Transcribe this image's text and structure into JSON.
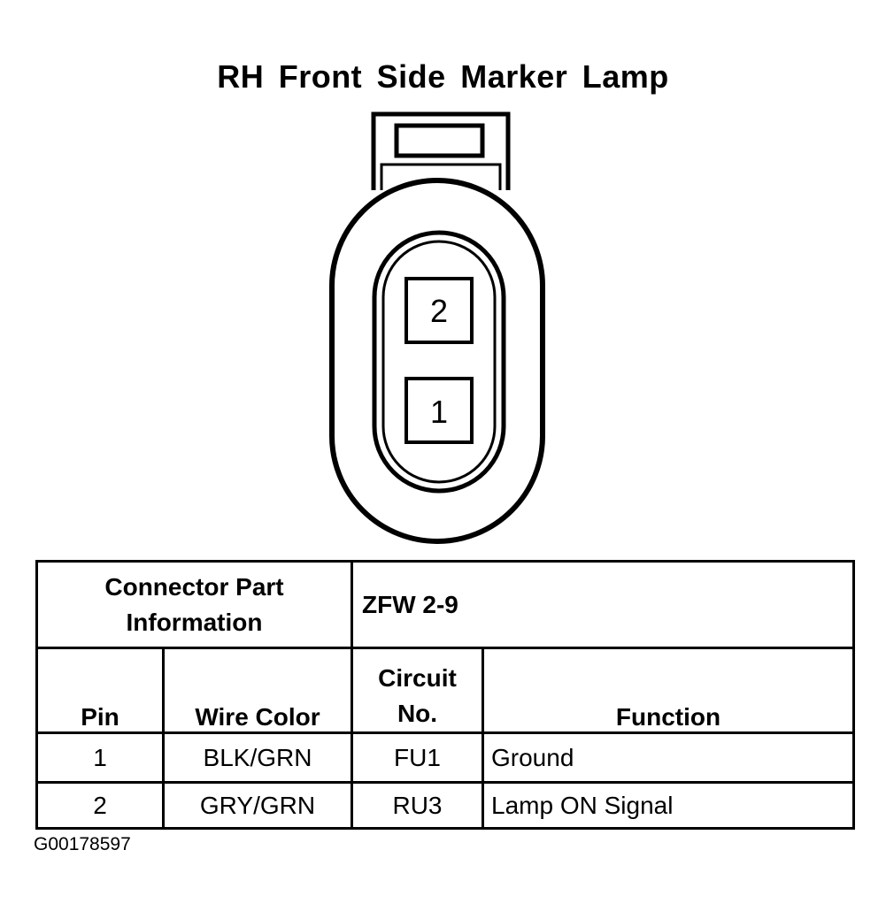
{
  "title": "RH Front Side Marker Lamp",
  "connector": {
    "pins": [
      {
        "number": "2"
      },
      {
        "number": "1"
      }
    ]
  },
  "table": {
    "part_info_label_line1": "Connector Part",
    "part_info_label_line2": "Information",
    "part_number": "ZFW 2-9",
    "headers": {
      "pin": "Pin",
      "wire_color": "Wire Color",
      "circuit_line1": "Circuit",
      "circuit_line2": "No.",
      "function": "Function"
    },
    "rows": [
      {
        "pin": "1",
        "wire_color": "BLK/GRN",
        "circuit": "FU1",
        "function": "Ground"
      },
      {
        "pin": "2",
        "wire_color": "GRY/GRN",
        "circuit": "RU3",
        "function": "Lamp ON Signal"
      }
    ]
  },
  "figure_id": "G00178597"
}
